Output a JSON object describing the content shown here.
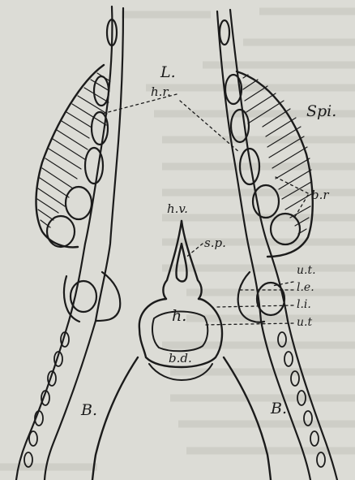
{
  "labels": {
    "L": "L.",
    "hr": "h.r.",
    "Spi": "Spi.",
    "br": "b.r",
    "hv": "h.v.",
    "sp": "s.p.",
    "ut_upper": "u.t.",
    "le": "l.e.",
    "li": "l.i.",
    "h": "h.",
    "ut_lower": "u.t",
    "bd": "b.d.",
    "B_left": "B.",
    "B_right": "B."
  },
  "colors": {
    "ink": "#1b1b1b",
    "paper": "#dcdcd6",
    "background_text": "#bdbdb5"
  }
}
